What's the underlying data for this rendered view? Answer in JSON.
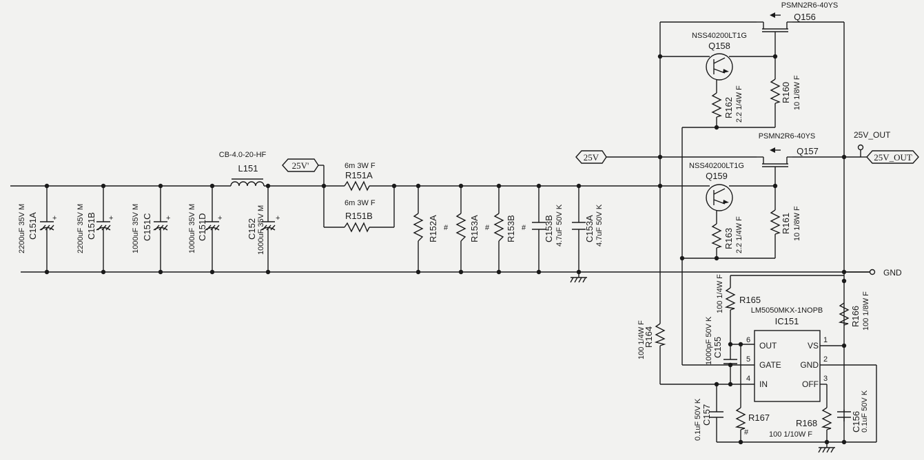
{
  "nets": {
    "in": "25V'",
    "mid": "25V",
    "out_label": "25V_OUT",
    "out_port": "25V_OUT",
    "gnd": "GND"
  },
  "L151": {
    "part": "CB-4.0-20-HF",
    "ref": "L151"
  },
  "C151A": {
    "ref": "C151A",
    "value": "2200uF 35V M"
  },
  "C151B": {
    "ref": "C151B",
    "value": "2200uF 35V M"
  },
  "C151C": {
    "ref": "C151C",
    "value": "1000uF 35V M"
  },
  "C151D": {
    "ref": "C151D",
    "value": "1000uF 35V M"
  },
  "C152": {
    "ref": "C152",
    "value": "1000uF 35V M"
  },
  "R151A": {
    "ref": "R151A",
    "value": "6m 3W F"
  },
  "R151B": {
    "ref": "R151B",
    "value": "6m 3W F"
  },
  "R152A": {
    "ref": "R152A",
    "value": "#"
  },
  "R153A": {
    "ref": "R153A",
    "value": "#"
  },
  "R153B": {
    "ref": "R153B",
    "value": "#"
  },
  "C153B": {
    "ref": "C153B",
    "value": "4.7uF 50V K"
  },
  "C153A": {
    "ref": "C153A",
    "value": "4.7uF 50V K"
  },
  "Q156": {
    "ref": "Q156",
    "part": "PSMN2R6-40YS"
  },
  "Q157": {
    "ref": "Q157",
    "part": "PSMN2R6-40YS"
  },
  "Q158": {
    "ref": "Q158",
    "part": "NSS40200LT1G"
  },
  "Q159": {
    "ref": "Q159",
    "part": "NSS40200LT1G"
  },
  "R160": {
    "ref": "R160",
    "value": "10 1/8W F"
  },
  "R161": {
    "ref": "R161",
    "value": "10 1/8W F"
  },
  "R162": {
    "ref": "R162",
    "value": "2.2 1/4W F"
  },
  "R163": {
    "ref": "R163",
    "value": "2.2 1/4W F"
  },
  "R164": {
    "ref": "R164",
    "value": "100 1/4W F"
  },
  "R165": {
    "ref": "R165",
    "value": "100 1/4W F"
  },
  "R166": {
    "ref": "R166",
    "value": "100 1/8W F"
  },
  "R167": {
    "ref": "R167",
    "value": "#"
  },
  "R168": {
    "ref": "R168",
    "value": "100 1/10W F"
  },
  "C155": {
    "ref": "C155",
    "value": "1000pF 50V K"
  },
  "C156": {
    "ref": "C156",
    "value": "0.1uF 50V K"
  },
  "C157": {
    "ref": "C157",
    "value": "0.1uF 50V K"
  },
  "IC151": {
    "ref": "IC151",
    "part": "LM5050MKX-1NOPB",
    "pins": [
      {
        "num": "6",
        "name": "OUT"
      },
      {
        "num": "5",
        "name": "GATE"
      },
      {
        "num": "4",
        "name": "IN"
      },
      {
        "num": "1",
        "name": "VS"
      },
      {
        "num": "2",
        "name": "GND"
      },
      {
        "num": "3",
        "name": "OFF"
      }
    ]
  },
  "polarity": "+"
}
